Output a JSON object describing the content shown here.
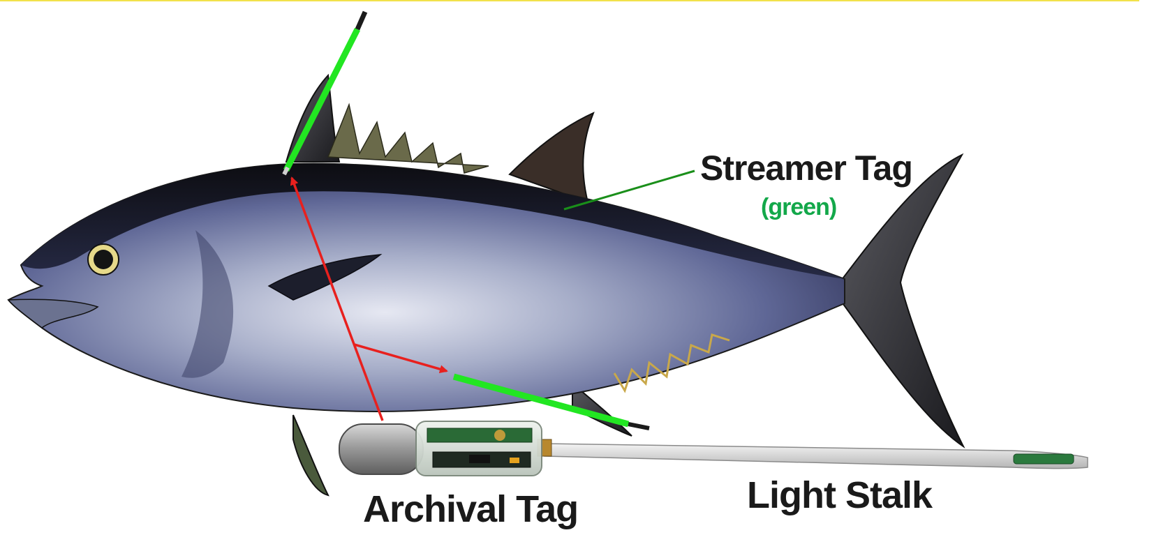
{
  "labels": {
    "streamer_tag": "Streamer Tag",
    "streamer_color_note": "(green)",
    "archival_tag": "Archival Tag",
    "light_stalk": "Light Stalk"
  },
  "colors": {
    "streamer": "#22e622",
    "leader_green": "#1a8f1a",
    "green_note": "#13a84a",
    "arrow": "#e8201e",
    "label_text": "#1a1a1a",
    "top_rule": "#f2e24a"
  },
  "icons": {
    "fish": "bluefin-tuna-illustration",
    "device": "archival-tag-device"
  }
}
